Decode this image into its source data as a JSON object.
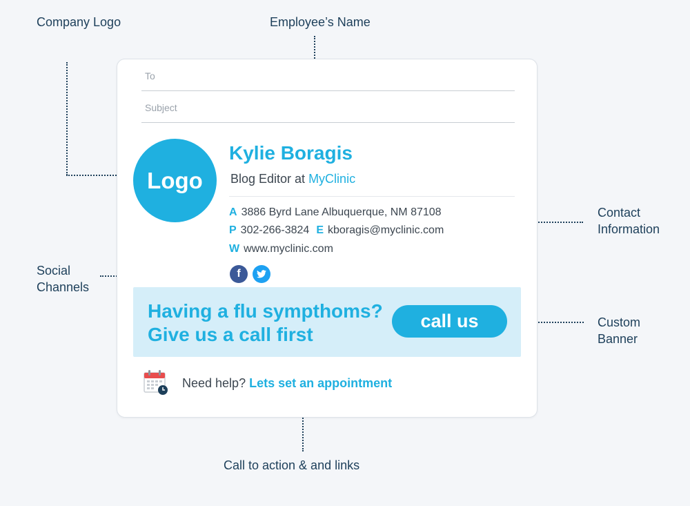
{
  "annotations": {
    "company_logo": "Company Logo",
    "employee_name": "Employee’s Name",
    "contact_info": "Contact\nInformation",
    "social_channels": "Social\nChannels",
    "custom_banner": "Custom\nBanner",
    "cta_links": "Call to action & and links"
  },
  "email": {
    "to_placeholder": "To",
    "subject_placeholder": "Subject"
  },
  "signature": {
    "logo_text": "Logo",
    "name": "Kylie Boragis",
    "role_prefix": "Blog Editor at ",
    "company": "MyClinic",
    "address_key": "A",
    "address": "3886 Byrd Lane Albuquerque, NM 87108",
    "phone_key": "P",
    "phone": "302-266-3824",
    "email_key": "E",
    "email": "kboragis@myclinic.com",
    "web_key": "W",
    "web": "www.myclinic.com",
    "social": [
      {
        "name": "facebook",
        "glyph": "f",
        "color": "#3b5998"
      },
      {
        "name": "twitter",
        "glyph": "t",
        "color": "#1da1f2"
      }
    ]
  },
  "banner": {
    "line1": "Having a flu sympthoms?",
    "line2": "Give us a call first",
    "button": "call us"
  },
  "cta": {
    "prefix": "Need help? ",
    "link": "Lets set an appointment"
  },
  "colors": {
    "accent": "#1fb0e0",
    "annotation": "#1d3f5a",
    "banner_bg": "#d5eef9"
  }
}
